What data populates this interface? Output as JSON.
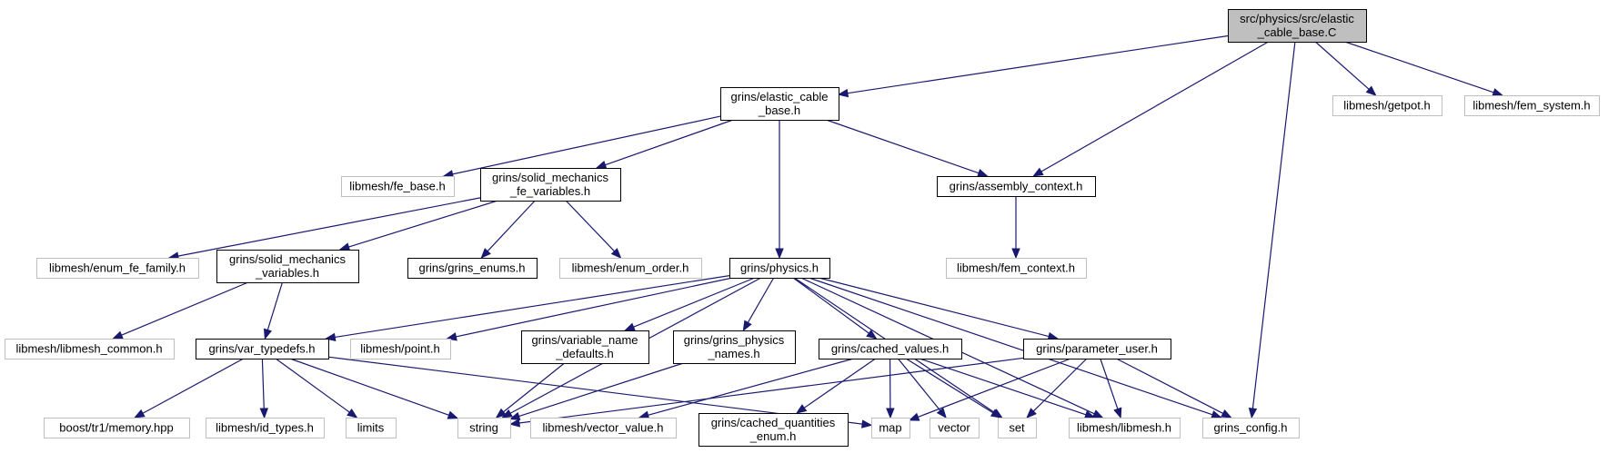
{
  "diagram": {
    "nodes": [
      {
        "id": "root",
        "lines": [
          "src/physics/src/elastic",
          "_cable_base.C"
        ],
        "style": "root"
      },
      {
        "id": "elastic_cable_base_h",
        "lines": [
          "grins/elastic_cable",
          "_base.h"
        ],
        "style": "local"
      },
      {
        "id": "getpot",
        "lines": [
          "libmesh/getpot.h"
        ],
        "style": "external"
      },
      {
        "id": "fem_system",
        "lines": [
          "libmesh/fem_system.h"
        ],
        "style": "external"
      },
      {
        "id": "fe_base",
        "lines": [
          "libmesh/fe_base.h"
        ],
        "style": "external"
      },
      {
        "id": "solid_fe_vars",
        "lines": [
          "grins/solid_mechanics",
          "_fe_variables.h"
        ],
        "style": "local"
      },
      {
        "id": "assembly_context",
        "lines": [
          "grins/assembly_context.h"
        ],
        "style": "local"
      },
      {
        "id": "enum_fe_family",
        "lines": [
          "libmesh/enum_fe_family.h"
        ],
        "style": "external"
      },
      {
        "id": "solid_vars",
        "lines": [
          "grins/solid_mechanics",
          "_variables.h"
        ],
        "style": "local"
      },
      {
        "id": "grins_enums",
        "lines": [
          "grins/grins_enums.h"
        ],
        "style": "local"
      },
      {
        "id": "enum_order",
        "lines": [
          "libmesh/enum_order.h"
        ],
        "style": "external"
      },
      {
        "id": "physics",
        "lines": [
          "grins/physics.h"
        ],
        "style": "local"
      },
      {
        "id": "fem_context",
        "lines": [
          "libmesh/fem_context.h"
        ],
        "style": "external"
      },
      {
        "id": "libmesh_common",
        "lines": [
          "libmesh/libmesh_common.h"
        ],
        "style": "external"
      },
      {
        "id": "var_typedefs",
        "lines": [
          "grins/var_typedefs.h"
        ],
        "style": "local"
      },
      {
        "id": "point",
        "lines": [
          "libmesh/point.h"
        ],
        "style": "external"
      },
      {
        "id": "variable_name_defaults",
        "lines": [
          "grins/variable_name",
          "_defaults.h"
        ],
        "style": "local"
      },
      {
        "id": "grins_physics_names",
        "lines": [
          "grins/grins_physics",
          "_names.h"
        ],
        "style": "local"
      },
      {
        "id": "cached_values",
        "lines": [
          "grins/cached_values.h"
        ],
        "style": "local"
      },
      {
        "id": "parameter_user",
        "lines": [
          "grins/parameter_user.h"
        ],
        "style": "local"
      },
      {
        "id": "boost_memory",
        "lines": [
          "boost/tr1/memory.hpp"
        ],
        "style": "external"
      },
      {
        "id": "id_types",
        "lines": [
          "libmesh/id_types.h"
        ],
        "style": "external"
      },
      {
        "id": "limits",
        "lines": [
          "limits"
        ],
        "style": "external"
      },
      {
        "id": "string",
        "lines": [
          "string"
        ],
        "style": "external"
      },
      {
        "id": "vector_value",
        "lines": [
          "libmesh/vector_value.h"
        ],
        "style": "external"
      },
      {
        "id": "cached_quantities_enum",
        "lines": [
          "grins/cached_quantities",
          "_enum.h"
        ],
        "style": "local"
      },
      {
        "id": "map",
        "lines": [
          "map"
        ],
        "style": "external"
      },
      {
        "id": "vector",
        "lines": [
          "vector"
        ],
        "style": "external"
      },
      {
        "id": "set",
        "lines": [
          "set"
        ],
        "style": "external"
      },
      {
        "id": "libmesh_h",
        "lines": [
          "libmesh/libmesh.h"
        ],
        "style": "external"
      },
      {
        "id": "grins_config",
        "lines": [
          "grins_config.h"
        ],
        "style": "external"
      }
    ],
    "edges": [
      [
        "root",
        "elastic_cable_base_h"
      ],
      [
        "root",
        "assembly_context"
      ],
      [
        "root",
        "getpot"
      ],
      [
        "root",
        "fem_system"
      ],
      [
        "root",
        "grins_config"
      ],
      [
        "elastic_cable_base_h",
        "fe_base"
      ],
      [
        "elastic_cable_base_h",
        "solid_fe_vars"
      ],
      [
        "elastic_cable_base_h",
        "physics"
      ],
      [
        "elastic_cable_base_h",
        "assembly_context"
      ],
      [
        "solid_fe_vars",
        "enum_fe_family"
      ],
      [
        "solid_fe_vars",
        "solid_vars"
      ],
      [
        "solid_fe_vars",
        "grins_enums"
      ],
      [
        "solid_fe_vars",
        "enum_order"
      ],
      [
        "assembly_context",
        "fem_context"
      ],
      [
        "solid_vars",
        "libmesh_common"
      ],
      [
        "solid_vars",
        "var_typedefs"
      ],
      [
        "physics",
        "var_typedefs"
      ],
      [
        "physics",
        "point"
      ],
      [
        "physics",
        "variable_name_defaults"
      ],
      [
        "physics",
        "grins_physics_names"
      ],
      [
        "physics",
        "cached_values"
      ],
      [
        "physics",
        "parameter_user"
      ],
      [
        "physics",
        "string"
      ],
      [
        "physics",
        "set"
      ],
      [
        "physics",
        "libmesh_h"
      ],
      [
        "physics",
        "grins_config"
      ],
      [
        "var_typedefs",
        "boost_memory"
      ],
      [
        "var_typedefs",
        "id_types"
      ],
      [
        "var_typedefs",
        "limits"
      ],
      [
        "var_typedefs",
        "string"
      ],
      [
        "var_typedefs",
        "map"
      ],
      [
        "variable_name_defaults",
        "string"
      ],
      [
        "grins_physics_names",
        "string"
      ],
      [
        "cached_values",
        "vector_value"
      ],
      [
        "cached_values",
        "cached_quantities_enum"
      ],
      [
        "cached_values",
        "map"
      ],
      [
        "cached_values",
        "vector"
      ],
      [
        "cached_values",
        "set"
      ],
      [
        "cached_values",
        "libmesh_h"
      ],
      [
        "parameter_user",
        "string"
      ],
      [
        "parameter_user",
        "map"
      ],
      [
        "parameter_user",
        "set"
      ],
      [
        "parameter_user",
        "libmesh_h"
      ],
      [
        "parameter_user",
        "grins_config"
      ]
    ]
  },
  "colors": {
    "edge": "#191970",
    "local_border": "#000000",
    "external_border": "#bfbfbf",
    "root_fill": "#bfbfbf",
    "node_fill": "#ffffff",
    "text": "#000000"
  }
}
